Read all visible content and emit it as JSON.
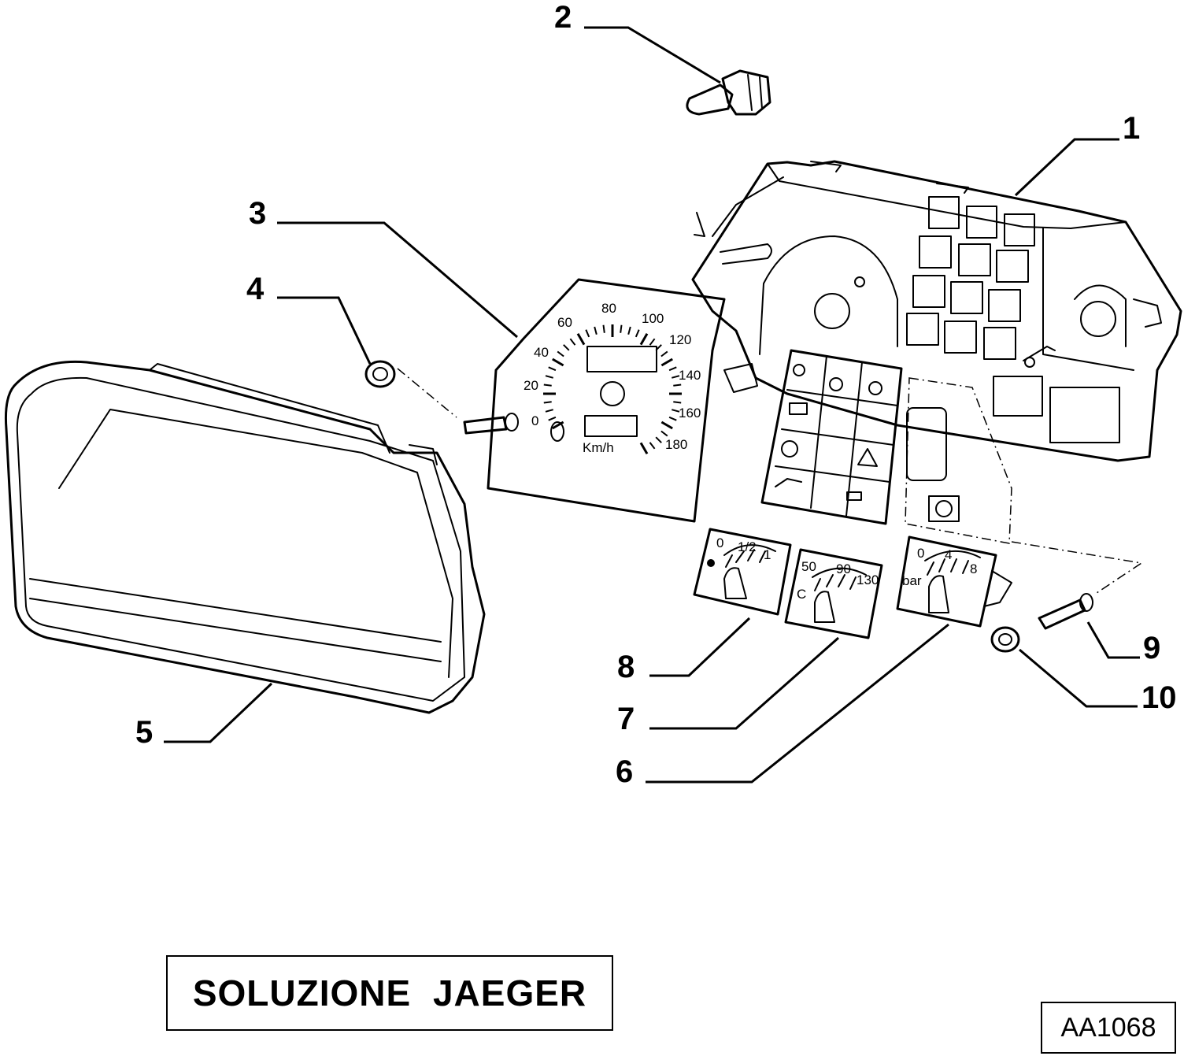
{
  "title": "SOLUZIONE  JAEGER",
  "drawing_code": "AA1068",
  "callouts": [
    {
      "id": "1",
      "label": "1"
    },
    {
      "id": "2",
      "label": "2"
    },
    {
      "id": "3",
      "label": "3"
    },
    {
      "id": "4",
      "label": "4"
    },
    {
      "id": "5",
      "label": "5"
    },
    {
      "id": "6",
      "label": "6"
    },
    {
      "id": "7",
      "label": "7"
    },
    {
      "id": "8",
      "label": "8"
    },
    {
      "id": "9",
      "label": "9"
    },
    {
      "id": "10",
      "label": "10"
    }
  ],
  "speedometer": {
    "scale": [
      "0",
      "20",
      "40",
      "60",
      "80",
      "100",
      "120",
      "140",
      "160",
      "180"
    ],
    "unit": "Km/h"
  },
  "gauge_8": {
    "scale": [
      "0",
      "1/2",
      "1"
    ]
  },
  "gauge_7": {
    "scale": [
      "50",
      "90",
      "130"
    ],
    "mark": "C"
  },
  "gauge_6": {
    "scale": [
      "0",
      "4",
      "8"
    ],
    "unit": "bar"
  }
}
